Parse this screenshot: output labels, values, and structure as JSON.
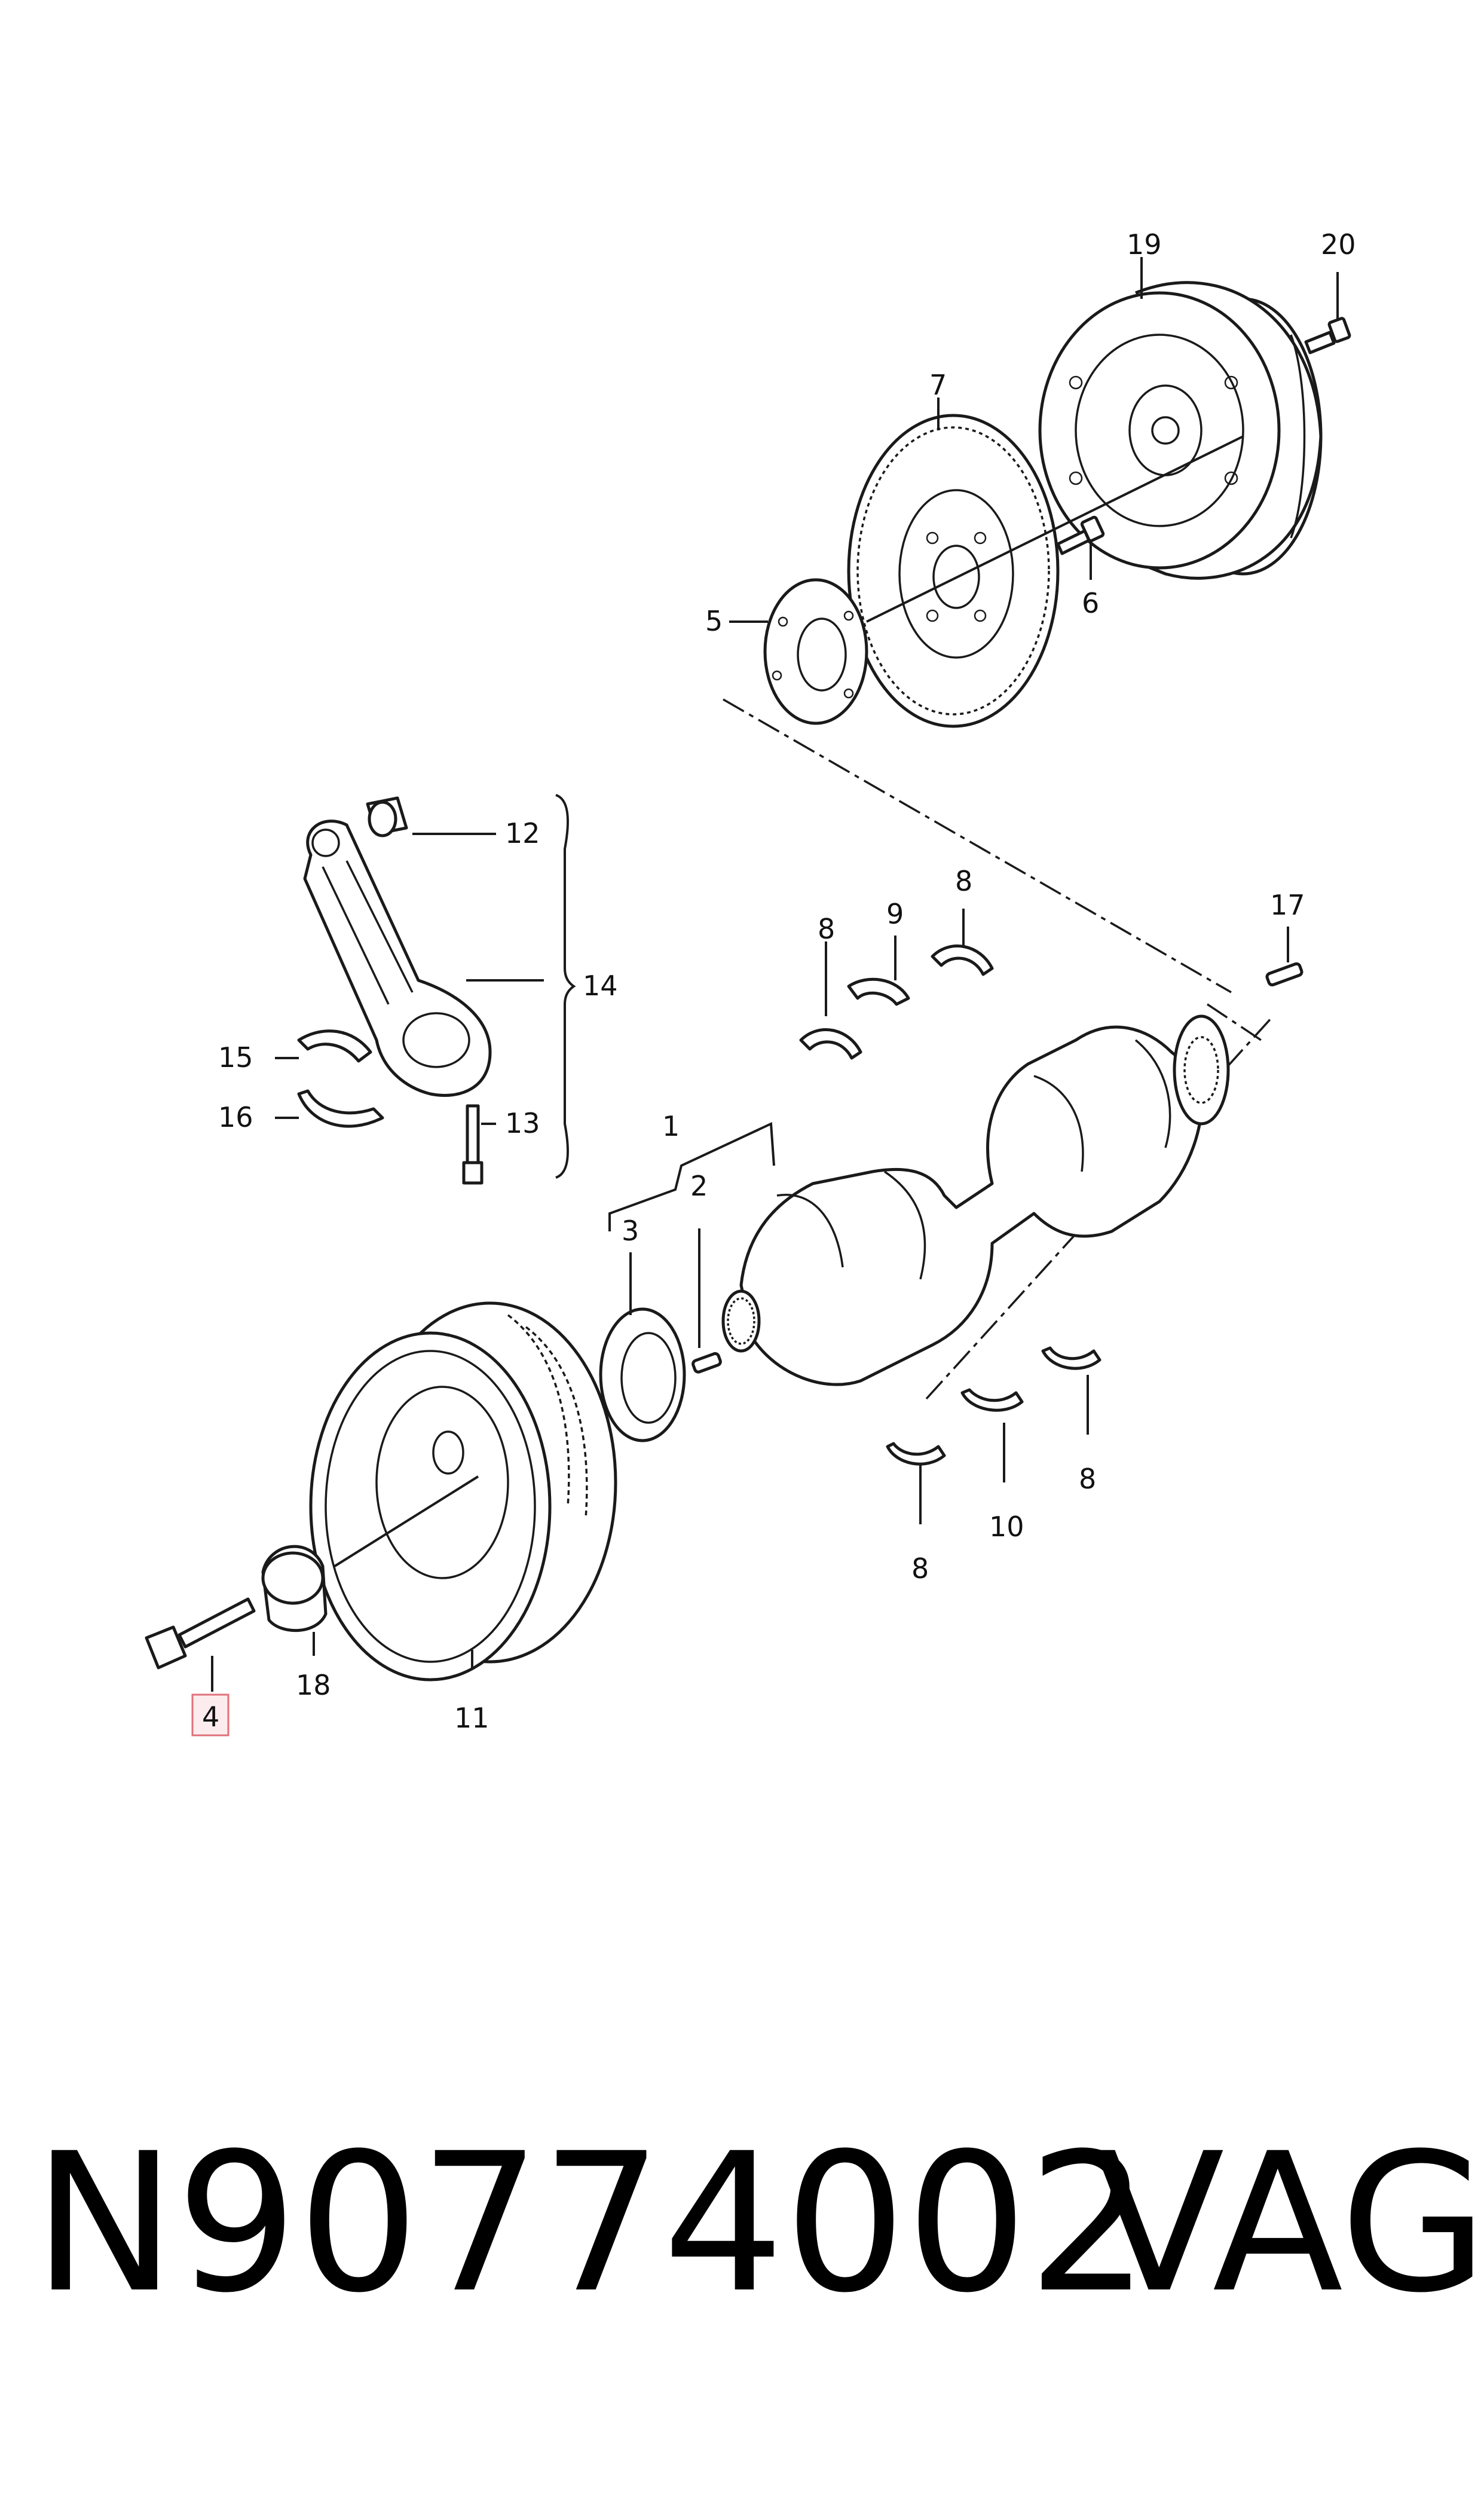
{
  "callouts": {
    "c1": "1",
    "c2": "2",
    "c3": "3",
    "c4": "4",
    "c5": "5",
    "c6": "6",
    "c7": "7",
    "c8a": "8",
    "c8b": "8",
    "c8c": "8",
    "c8d": "8",
    "c9": "9",
    "c10": "10",
    "c11": "11",
    "c12": "12",
    "c13": "13",
    "c14": "14",
    "c15": "15",
    "c16": "16",
    "c17": "17",
    "c18": "18",
    "c19": "19",
    "c20": "20"
  },
  "highlighted_callout": "4",
  "highlight_color": "#fdecee",
  "footer": {
    "part_number": "N90774002",
    "brand": "VAG"
  }
}
